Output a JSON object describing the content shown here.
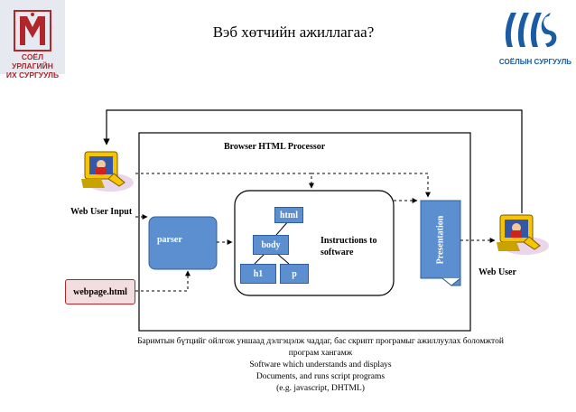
{
  "header": {
    "title": "Вэб хөтчийн ажиллагаа?",
    "left_logo_text": [
      "СОЁЛ УРЛАГИЙН",
      "ИХ СУРГУУЛЬ"
    ],
    "right_logo_text": "СОЁЛЫН СУРГУУЛЬ"
  },
  "diagram": {
    "processor_title": "Browser HTML Processor",
    "web_user_input": "Web User Input",
    "web_user": "Web User",
    "webpage": "webpage.html",
    "parser": "parser",
    "nodes": {
      "html": "html",
      "body": "body",
      "h1": "h1",
      "p": "p"
    },
    "instructions": [
      "Instructions to",
      "software"
    ],
    "presentation": "Presentation"
  },
  "caption": {
    "lines": [
      "Баримтын бүтцийг ойлгож уншаад дэлгэцэлж чаддаг, бас скрипт програмыг ажиллуулах боломжтой",
      "програм хангамж",
      "Software which understands and displays",
      "Documents, and runs script programs",
      "(e.g. javascript, DHTML)"
    ]
  },
  "colors": {
    "box_fill": "#5b8fd0",
    "webpage_fill": "#f2dede",
    "webpage_border": "#b0262a",
    "logo_red": "#b0262a",
    "logo_blue": "#1a5ba5"
  }
}
